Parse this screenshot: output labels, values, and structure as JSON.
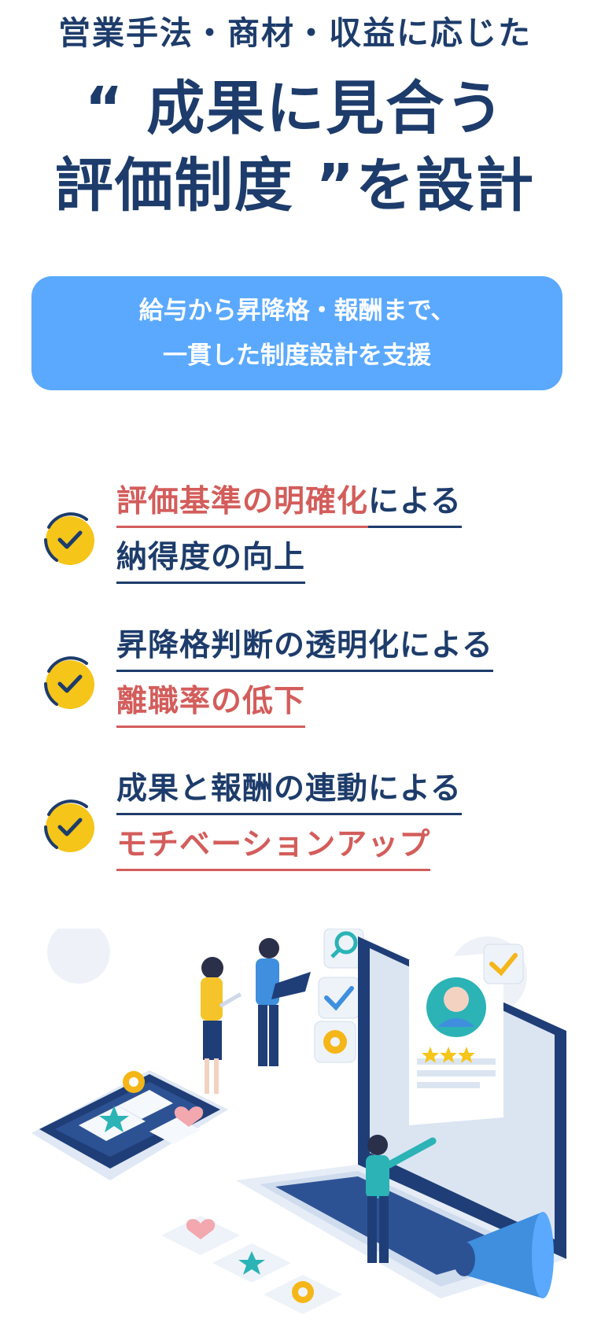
{
  "headline": {
    "sub": "営業手法・商材・収益に応じた",
    "main_line1": "“ 成果に見合う",
    "main_line2": "評価制度 ”を設計"
  },
  "banner": {
    "line1": "給与から昇降格・報酬まで、",
    "line2": "一貫した制度設計を支援"
  },
  "features": [
    {
      "line1_highlight": "評価基準の明確化",
      "line1_rest": "による",
      "line2": "納得度の向上"
    },
    {
      "line1": "昇降格判断の透明化による",
      "line2_highlight": "離職率の低下"
    },
    {
      "line1": "成果と報酬の連動による",
      "line2_highlight": "モチベーションアップ"
    }
  ],
  "colors": {
    "navy": "#1d3c6b",
    "accent_red": "#d35d5b",
    "banner_blue": "#5aa9ff",
    "check_yellow": "#f5c519"
  },
  "illustration": {
    "icons": [
      "search-icon",
      "check-icon",
      "gear-icon",
      "star-icon",
      "heart-icon",
      "megaphone-icon"
    ]
  }
}
